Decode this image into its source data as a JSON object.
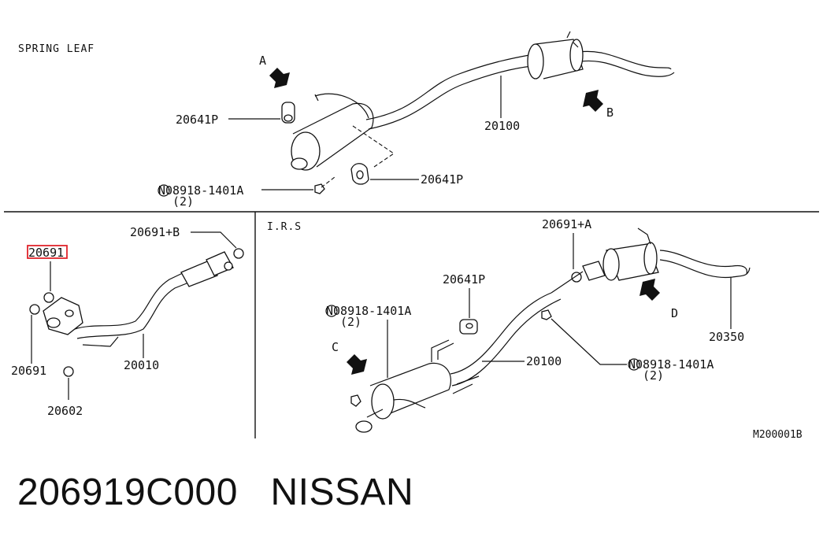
{
  "diagram": {
    "section_labels": {
      "spring_leaf": "SPRING  LEAF",
      "irs": "I.R.S"
    },
    "view_arrows": {
      "a": "A",
      "b": "B",
      "c": "C",
      "d": "D"
    },
    "top": {
      "part_20641P_left": "20641P",
      "part_20641P_right": "20641P",
      "part_20100": "20100",
      "part_08918_1401A": "N08918-1401A",
      "part_08918_1401A_qty": "(2)"
    },
    "left": {
      "part_20691_highlight": "20691",
      "part_20691_B": "20691+B",
      "part_20691": "20691",
      "part_20010": "20010",
      "part_20602": "20602"
    },
    "right": {
      "part_20691_A": "20691+A",
      "part_20641P": "20641P",
      "part_08918_1401A_a": "N08918-1401A",
      "part_08918_1401A_a_qty": "(2)",
      "part_20100": "20100",
      "part_08918_1401A_b": "N08918-1401A",
      "part_08918_1401A_b_qty": "(2)",
      "part_20350": "20350",
      "figure_code": "M200001B"
    },
    "highlight_color": "#e0242b"
  },
  "caption": {
    "part_number": "206919C000",
    "brand": "NISSAN"
  }
}
